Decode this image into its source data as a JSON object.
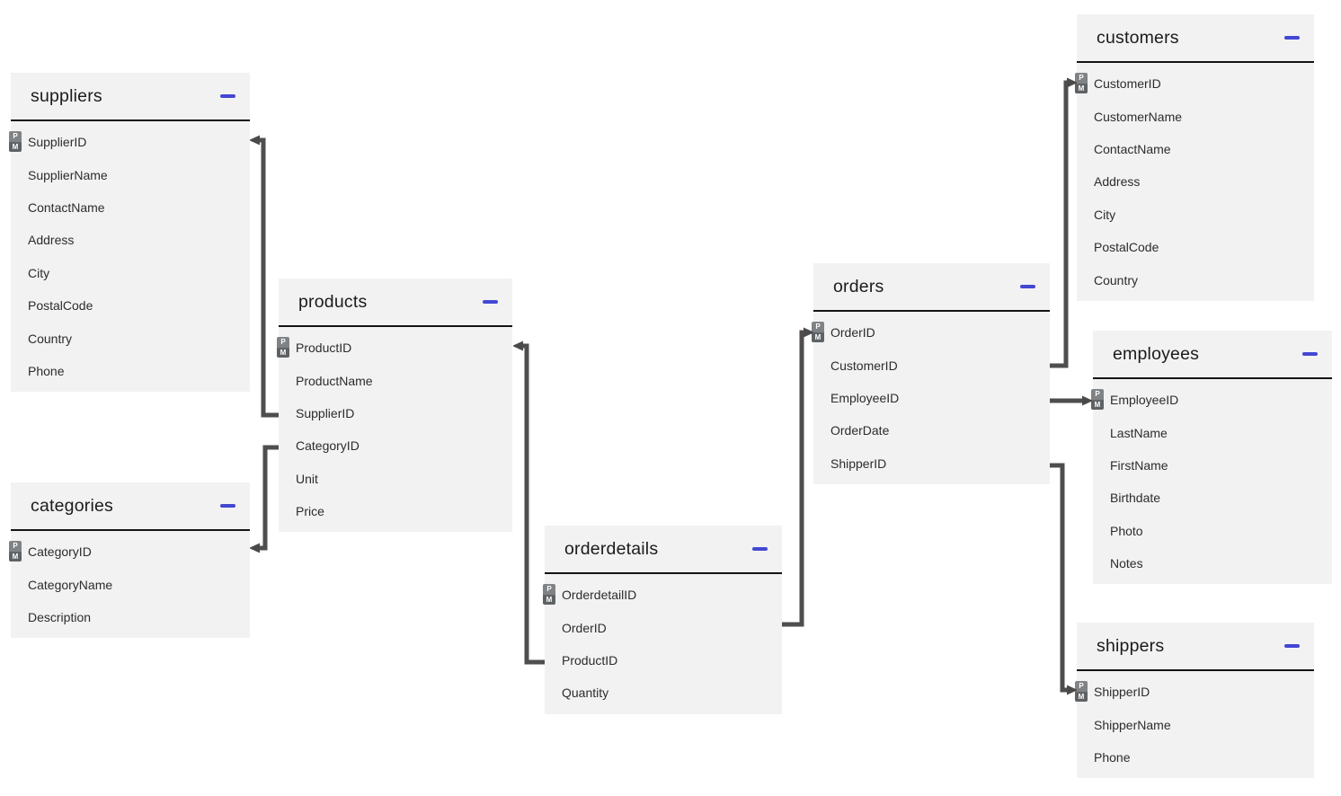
{
  "key_badge": {
    "primary": "P",
    "mandatory": "M"
  },
  "colors": {
    "accent_minus": "#4347d2",
    "table_background": "#f2f2f2",
    "relation_line": "#4e4e4e",
    "header_text": "#1b1b1d",
    "field_text": "#2c2c2e",
    "badge_background": "#5e6265"
  },
  "tables": [
    {
      "name": "suppliers",
      "fields": [
        {
          "name": "SupplierID",
          "key": true
        },
        {
          "name": "SupplierName",
          "key": false
        },
        {
          "name": "ContactName",
          "key": false
        },
        {
          "name": "Address",
          "key": false
        },
        {
          "name": "City",
          "key": false
        },
        {
          "name": "PostalCode",
          "key": false
        },
        {
          "name": "Country",
          "key": false
        },
        {
          "name": "Phone",
          "key": false
        }
      ]
    },
    {
      "name": "products",
      "fields": [
        {
          "name": "ProductID",
          "key": true
        },
        {
          "name": "ProductName",
          "key": false
        },
        {
          "name": "SupplierID",
          "key": false
        },
        {
          "name": "CategoryID",
          "key": false
        },
        {
          "name": "Unit",
          "key": false
        },
        {
          "name": "Price",
          "key": false
        }
      ]
    },
    {
      "name": "categories",
      "fields": [
        {
          "name": "CategoryID",
          "key": true
        },
        {
          "name": "CategoryName",
          "key": false
        },
        {
          "name": "Description",
          "key": false
        }
      ]
    },
    {
      "name": "orderdetails",
      "fields": [
        {
          "name": "OrderdetailID",
          "key": true
        },
        {
          "name": "OrderID",
          "key": false
        },
        {
          "name": "ProductID",
          "key": false
        },
        {
          "name": "Quantity",
          "key": false
        }
      ]
    },
    {
      "name": "orders",
      "fields": [
        {
          "name": "OrderID",
          "key": true
        },
        {
          "name": "CustomerID",
          "key": false
        },
        {
          "name": "EmployeeID",
          "key": false
        },
        {
          "name": "OrderDate",
          "key": false
        },
        {
          "name": "ShipperID",
          "key": false
        }
      ]
    },
    {
      "name": "customers",
      "fields": [
        {
          "name": "CustomerID",
          "key": true
        },
        {
          "name": "CustomerName",
          "key": false
        },
        {
          "name": "ContactName",
          "key": false
        },
        {
          "name": "Address",
          "key": false
        },
        {
          "name": "City",
          "key": false
        },
        {
          "name": "PostalCode",
          "key": false
        },
        {
          "name": "Country",
          "key": false
        }
      ]
    },
    {
      "name": "employees",
      "fields": [
        {
          "name": "EmployeeID",
          "key": true
        },
        {
          "name": "LastName",
          "key": false
        },
        {
          "name": "FirstName",
          "key": false
        },
        {
          "name": "Birthdate",
          "key": false
        },
        {
          "name": "Photo",
          "key": false
        },
        {
          "name": "Notes",
          "key": false
        }
      ]
    },
    {
      "name": "shippers",
      "fields": [
        {
          "name": "ShipperID",
          "key": true
        },
        {
          "name": "ShipperName",
          "key": false
        },
        {
          "name": "Phone",
          "key": false
        }
      ]
    }
  ],
  "relations": [
    {
      "from": "products.SupplierID",
      "to": "suppliers.SupplierID"
    },
    {
      "from": "products.CategoryID",
      "to": "categories.CategoryID"
    },
    {
      "from": "orderdetails.ProductID",
      "to": "products.ProductID"
    },
    {
      "from": "orderdetails.OrderID",
      "to": "orders.OrderID"
    },
    {
      "from": "orders.CustomerID",
      "to": "customers.CustomerID"
    },
    {
      "from": "orders.EmployeeID",
      "to": "employees.EmployeeID"
    },
    {
      "from": "orders.ShipperID",
      "to": "shippers.ShipperID"
    }
  ]
}
